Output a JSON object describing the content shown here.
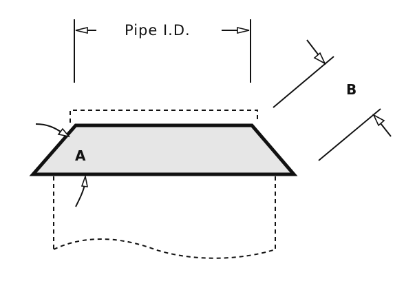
{
  "labels": {
    "dimension": "Pipe I.D.",
    "region_a": "A",
    "region_b": "B"
  },
  "colors": {
    "ink": "#111111",
    "fill": "#e6e6e6",
    "background": "#ffffff"
  }
}
